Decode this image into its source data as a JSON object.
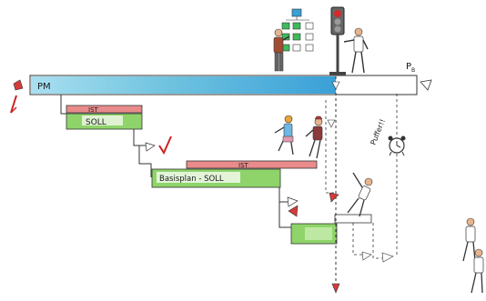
{
  "labels": {
    "pm": "PM",
    "pb": "P",
    "pb_sub": "B",
    "ist_top": "IST",
    "soll_top": "SOLL",
    "ist_mid": "IST",
    "basisplan": "Basisplan - SOLL",
    "puffer": "Puffer!!"
  },
  "colors": {
    "pm_bar": "#6fc3df",
    "ist_bar": "#e98b8b",
    "soll_bar": "#8fd46a",
    "outline": "#2a2a2a",
    "traffic_light_red": "#d22a2a",
    "board_blue": "#3aa0d8",
    "board_green": "#3dbb5a"
  },
  "icons": [
    "traffic-light-icon",
    "flowchart-board-icon",
    "alarm-clock-icon",
    "arrow-marker-icon",
    "person-icon"
  ]
}
